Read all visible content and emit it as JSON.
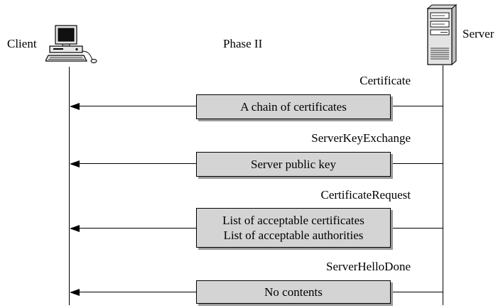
{
  "left_party": "Client",
  "right_party": "Server",
  "phase_title": "Phase II",
  "messages": [
    {
      "name": "Certificate",
      "lines": [
        "A chain of certificates"
      ]
    },
    {
      "name": "ServerKeyExchange",
      "lines": [
        "Server public key"
      ]
    },
    {
      "name": "CertificateRequest",
      "lines": [
        "List of acceptable certificates",
        "List of acceptable authorities"
      ]
    },
    {
      "name": "ServerHelloDone",
      "lines": [
        "No contents"
      ]
    }
  ],
  "icons": {
    "client": "desktop-computer-icon",
    "server": "server-tower-icon"
  }
}
